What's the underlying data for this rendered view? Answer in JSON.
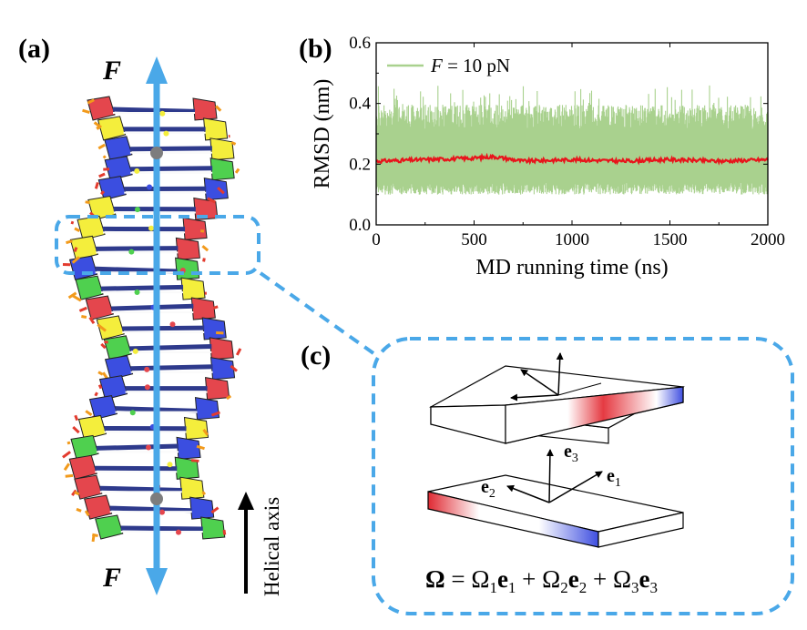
{
  "panels": {
    "a": "(a)",
    "b": "(b)",
    "c": "(c)"
  },
  "force_label": "F",
  "helical_axis_label": "Helical  axis",
  "colors": {
    "force_arrow": "#4aa8e8",
    "dashed_box": "#4aa8e8",
    "rmsd_fluctuation": "#a9d18e",
    "rmsd_mean": "#e8141b",
    "base_red": "#e4464d",
    "base_blue": "#3b4ee0",
    "base_green": "#4fd04f",
    "base_yellow": "#f4ee3c",
    "axis_dotted": "#e21c23"
  },
  "chart_data": {
    "type": "line",
    "title": "",
    "xlabel": "MD running time (ns)",
    "ylabel": "RMSD (nm)",
    "xlim": [
      0,
      2000
    ],
    "ylim": [
      0.0,
      0.6
    ],
    "xticks": [
      0,
      500,
      1000,
      1500,
      2000
    ],
    "yticks": [
      0.0,
      0.2,
      0.4,
      0.6
    ],
    "xtick_labels": [
      "0",
      "500",
      "1000",
      "1500",
      "2000"
    ],
    "ytick_labels": [
      "0.0",
      "0.2",
      "0.4",
      "0.6"
    ],
    "legend": {
      "var": "F",
      "rest": " = 10 pN",
      "placement": "top-left"
    },
    "series": [
      {
        "role": "fluctuation",
        "x_range": [
          0,
          2000
        ],
        "y_min": 0.1,
        "y_max": 0.46,
        "y_typical_band": [
          0.12,
          0.36
        ]
      },
      {
        "role": "mean",
        "x": [
          0,
          250,
          500,
          600,
          750,
          1000,
          1250,
          1500,
          1750,
          2000
        ],
        "values": [
          0.21,
          0.215,
          0.22,
          0.225,
          0.21,
          0.215,
          0.21,
          0.215,
          0.21,
          0.215
        ]
      }
    ]
  },
  "vectors": {
    "e1": {
      "base": "e",
      "sub": "1"
    },
    "e2": {
      "base": "e",
      "sub": "2"
    },
    "e3": {
      "base": "e",
      "sub": "3"
    }
  },
  "equation": {
    "lhs": "Ω",
    "eq": " = ",
    "terms": [
      {
        "coef": "Ω",
        "sub": "1",
        "vec": "e",
        "vsub": "1"
      },
      {
        "coef": "Ω",
        "sub": "2",
        "vec": "e",
        "vsub": "2"
      },
      {
        "coef": "Ω",
        "sub": "3",
        "vec": "e",
        "vsub": "3"
      }
    ],
    "plus": " + "
  }
}
